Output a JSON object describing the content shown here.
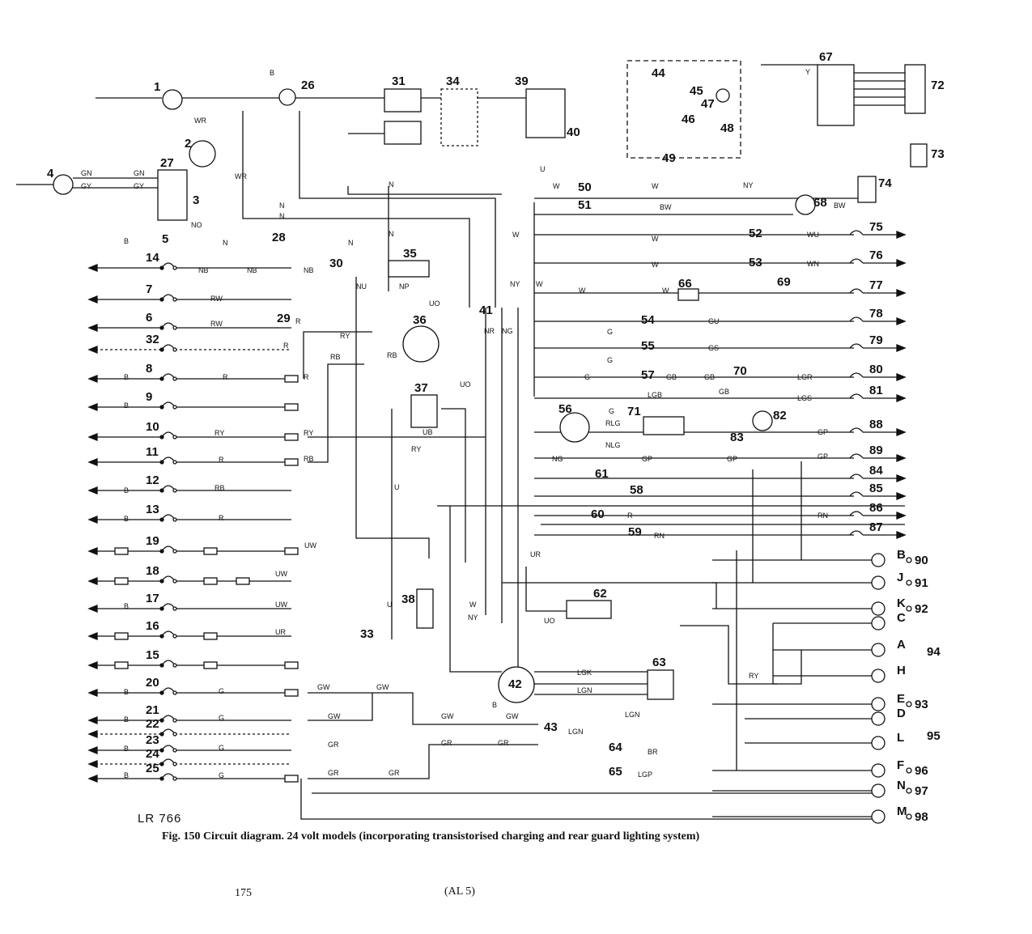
{
  "drawing_ref": "LR 766",
  "caption": "Fig. 150 Circuit diagram. 24 volt models (incorporating transistorised charging and rear guard lighting system)",
  "page_number": "175",
  "section_ref": "(AL 5)",
  "component_numbers": [
    "1",
    "2",
    "3",
    "4",
    "5",
    "6",
    "7",
    "8",
    "9",
    "10",
    "11",
    "12",
    "13",
    "14",
    "15",
    "16",
    "17",
    "18",
    "19",
    "20",
    "21",
    "22",
    "23",
    "24",
    "25",
    "26",
    "27",
    "28",
    "29",
    "30",
    "31",
    "32",
    "33",
    "34",
    "35",
    "36",
    "37",
    "38",
    "39",
    "40",
    "41",
    "42",
    "43",
    "44",
    "45",
    "46",
    "47",
    "48",
    "49",
    "50",
    "51",
    "52",
    "53",
    "54",
    "55",
    "56",
    "57",
    "58",
    "59",
    "60",
    "61",
    "62",
    "63",
    "64",
    "65",
    "66",
    "67",
    "68",
    "69",
    "70",
    "71",
    "72",
    "73",
    "74",
    "75",
    "76",
    "77",
    "78",
    "79",
    "80",
    "81",
    "82",
    "83",
    "84",
    "85",
    "86",
    "87",
    "88",
    "89",
    "90",
    "91",
    "92",
    "93",
    "94",
    "95",
    "96",
    "97",
    "98"
  ],
  "wire_codes": [
    "GN",
    "GY",
    "WR",
    "NO",
    "N",
    "B",
    "NB",
    "NU",
    "RW",
    "R",
    "RY",
    "RB",
    "UW",
    "UR",
    "G",
    "GW",
    "GR",
    "U",
    "UO",
    "UB",
    "NY",
    "NP",
    "NR",
    "NG",
    "W",
    "BW",
    "WU",
    "WN",
    "GU",
    "GS",
    "GB",
    "LGR",
    "LGS",
    "LGB",
    "RLG",
    "NLG",
    "GP",
    "RN",
    "LGK",
    "LGN",
    "LGP",
    "BR",
    "Y"
  ],
  "terminal_letters": [
    "B",
    "J",
    "K",
    "C",
    "A",
    "H",
    "E",
    "D",
    "L",
    "F",
    "N",
    "M"
  ]
}
